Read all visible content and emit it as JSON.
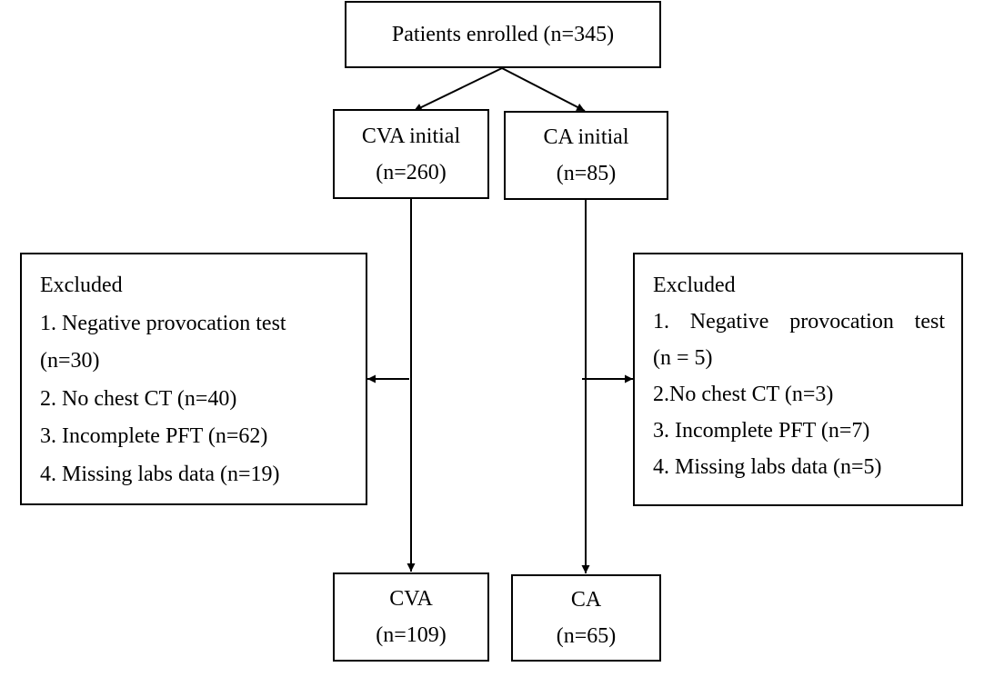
{
  "top": {
    "label": "Patients enrolled (n=345)"
  },
  "left_initial": {
    "label": "CVA initial",
    "count": "(n=260)"
  },
  "right_initial": {
    "label": "CA initial",
    "count": "(n=85)"
  },
  "left_excluded": {
    "title": "Excluded",
    "items": [
      "1. Negative provocation test",
      "(n=30)",
      "2. No chest CT (n=40)",
      "3. Incomplete PFT (n=62)",
      "4. Missing labs data (n=19)"
    ]
  },
  "right_excluded": {
    "title": "Excluded",
    "item1_words": [
      "1.",
      "Negative",
      "provocation",
      "test"
    ],
    "items": [
      "(n = 5)",
      "2.No chest CT (n=3)",
      "3. Incomplete PFT (n=7)",
      "4. Missing labs data (n=5)"
    ]
  },
  "left_final": {
    "label": "CVA",
    "count": "(n=109)"
  },
  "right_final": {
    "label": "CA",
    "count": "(n=65)"
  }
}
